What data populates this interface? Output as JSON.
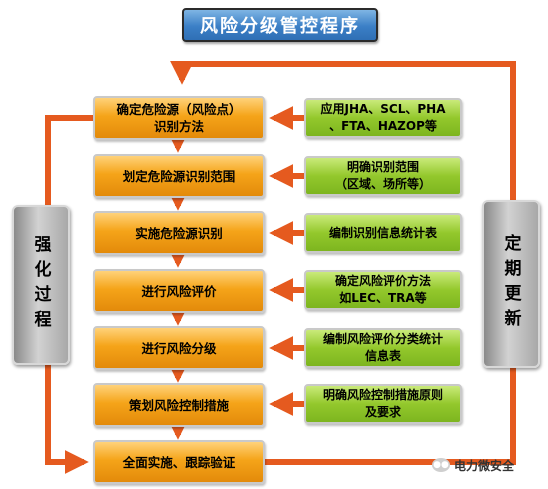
{
  "title": "风险分级管控程序",
  "steps": [
    "确定危险源（风险点）\n识别方法",
    "划定危险源识别范围",
    "实施危险源识别",
    "进行风险评价",
    "进行风险分级",
    "策划风险控制措施",
    "全面实施、跟踪验证"
  ],
  "tools": [
    "应用JHA、SCL、PHA\n、FTA、HAZOP等",
    "明确识别范围\n（区域、场所等）",
    "编制识别信息统计表",
    "确定风险评价方法\n如LEC、TRA等",
    "编制风险评价分类统计\n信息表",
    "明确风险控制措施原则\n及要求"
  ],
  "left_side": "强化过程",
  "right_side": "定期更新",
  "watermark": "电力微安全",
  "colors": {
    "arrow": "#e55a1f",
    "step": "#f5a419",
    "tool": "#93c82c",
    "title": "#3b7fc6",
    "side": "#b5b5b5"
  }
}
